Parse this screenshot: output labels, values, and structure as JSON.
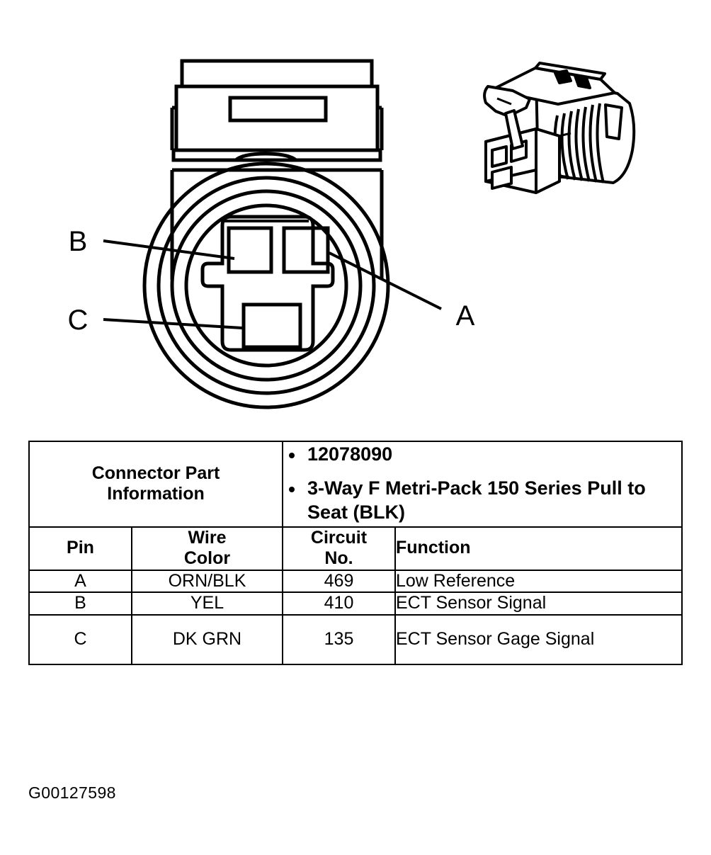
{
  "figure": {
    "caption": "G00127598",
    "pin_callouts": [
      {
        "label": "B",
        "position": "left-upper"
      },
      {
        "label": "C",
        "position": "left-lower"
      },
      {
        "label": "A",
        "position": "right"
      }
    ],
    "views": {
      "front_view_name": "connector-front-view",
      "perspective_view_name": "connector-perspective-view"
    }
  },
  "table": {
    "connector_part_information_label": "Connector Part\nInformation",
    "connector_part_information_line1": "Connector Part",
    "connector_part_information_line2": "Information",
    "part_details": [
      "12078090",
      "3-Way F Metri-Pack 150 Series Pull to Seat (BLK)"
    ],
    "headers": {
      "pin": "Pin",
      "wire_color_line1": "Wire",
      "wire_color_line2": "Color",
      "circuit_no_line1": "Circuit",
      "circuit_no_line2": "No.",
      "function": "Function"
    },
    "rows": [
      {
        "pin": "A",
        "wire_color": "ORN/BLK",
        "circuit_no": "469",
        "function": "Low Reference"
      },
      {
        "pin": "B",
        "wire_color": "YEL",
        "circuit_no": "410",
        "function": "ECT Sensor Signal"
      },
      {
        "pin": "C",
        "wire_color": "DK GRN",
        "circuit_no": "135",
        "function": "ECT Sensor Gage Signal"
      }
    ]
  },
  "colors": {
    "ink": "#000000",
    "paper": "#ffffff"
  }
}
